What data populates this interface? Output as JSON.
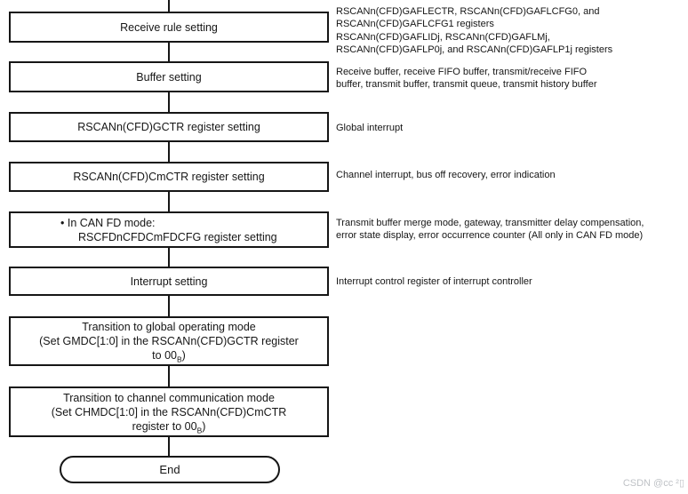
{
  "flowchart": {
    "boxes": [
      {
        "label": "Receive rule setting"
      },
      {
        "label": "Buffer setting"
      },
      {
        "label": "RSCANn(CFD)GCTR register setting"
      },
      {
        "label": "RSCANn(CFD)CmCTR register setting"
      },
      {
        "line1": "• In CAN FD mode:",
        "line2": "RSCFDnCFDCmFDCFG register setting"
      },
      {
        "label": "Interrupt setting"
      },
      {
        "line1": "Transition to global operating mode",
        "line2": "(Set GMDC[1:0] in the RSCANn(CFD)GCTR register",
        "line3_pre": "to 00",
        "line3_sub": "B",
        "line3_post": ")"
      },
      {
        "line1": "Transition to channel communication mode",
        "line2": "(Set CHMDC[1:0] in the  RSCANn(CFD)CmCTR",
        "line3_pre": "register to 00",
        "line3_sub": "B",
        "line3_post": ")"
      }
    ],
    "terminator": {
      "label": "End"
    }
  },
  "annotations": [
    {
      "text": "RSCANn(CFD)GAFLECTR, RSCANn(CFD)GAFLCFG0, and\nRSCANn(CFD)GAFLCFG1 registers\nRSCANn(CFD)GAFLIDj, RSCANn(CFD)GAFLMj,\nRSCANn(CFD)GAFLP0j, and RSCANn(CFD)GAFLP1j registers"
    },
    {
      "text": "Receive buffer, receive FIFO buffer, transmit/receive FIFO\nbuffer, transmit buffer, transmit queue, transmit history buffer"
    },
    {
      "text": "Global interrupt"
    },
    {
      "text": "Channel interrupt, bus off recovery, error indication"
    },
    {
      "text": "Transmit buffer merge mode, gateway, transmitter delay compensation,\nerror state display, error occurrence counter (All only in CAN FD mode)"
    },
    {
      "text": "Interrupt control register of interrupt controller"
    }
  ],
  "watermark": "CSDN @cc ²▯",
  "colors": {
    "line": "#161616",
    "text": "#161616",
    "watermark": "#bfc2c6"
  }
}
